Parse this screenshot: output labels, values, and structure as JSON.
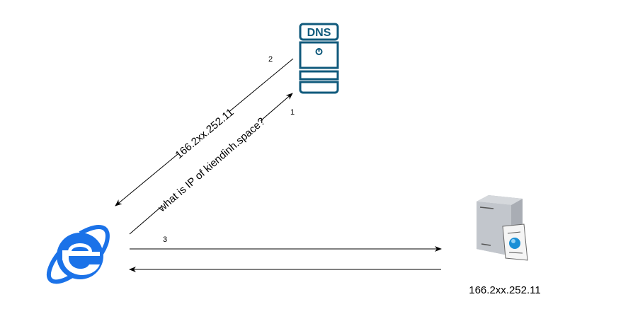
{
  "dns": {
    "label": "DNS",
    "color": "#105a7c",
    "icon": "dns-server-icon"
  },
  "browser": {
    "icon": "internet-explorer-icon",
    "color": "#1b72e8"
  },
  "web_server": {
    "icon": "web-server-icon",
    "label": "166.2xx.252.11"
  },
  "edges": {
    "response": {
      "step": "2",
      "label": "166.2xx.252.11"
    },
    "query": {
      "step": "1",
      "label": "what is IP of kiendinh.space?"
    },
    "request": {
      "step": "3"
    }
  }
}
